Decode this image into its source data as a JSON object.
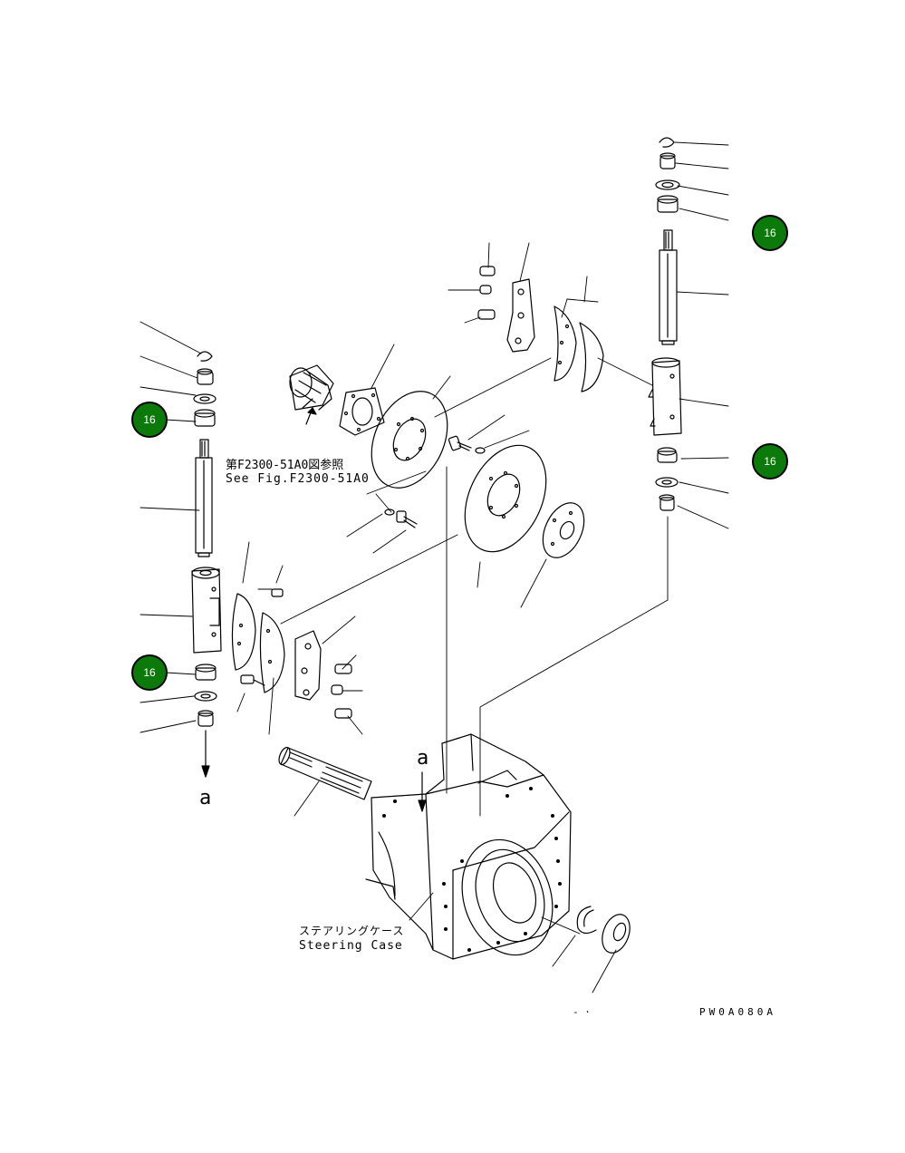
{
  "callouts": [
    {
      "id": "callout-top-right",
      "label": "16"
    },
    {
      "id": "callout-mid-right",
      "label": "16"
    },
    {
      "id": "callout-left-upper",
      "label": "16"
    },
    {
      "id": "callout-left-lower",
      "label": "16"
    }
  ],
  "reference": {
    "jp": "第F2300-51A0図参照",
    "en": "See Fig.F2300-51A0"
  },
  "case_label": {
    "jp": "ステアリングケース",
    "en": "Steering Case"
  },
  "view_markers": {
    "left": "a",
    "center": "a"
  },
  "drawing_code": "PW0A080A",
  "footer_dash": "-   ·"
}
